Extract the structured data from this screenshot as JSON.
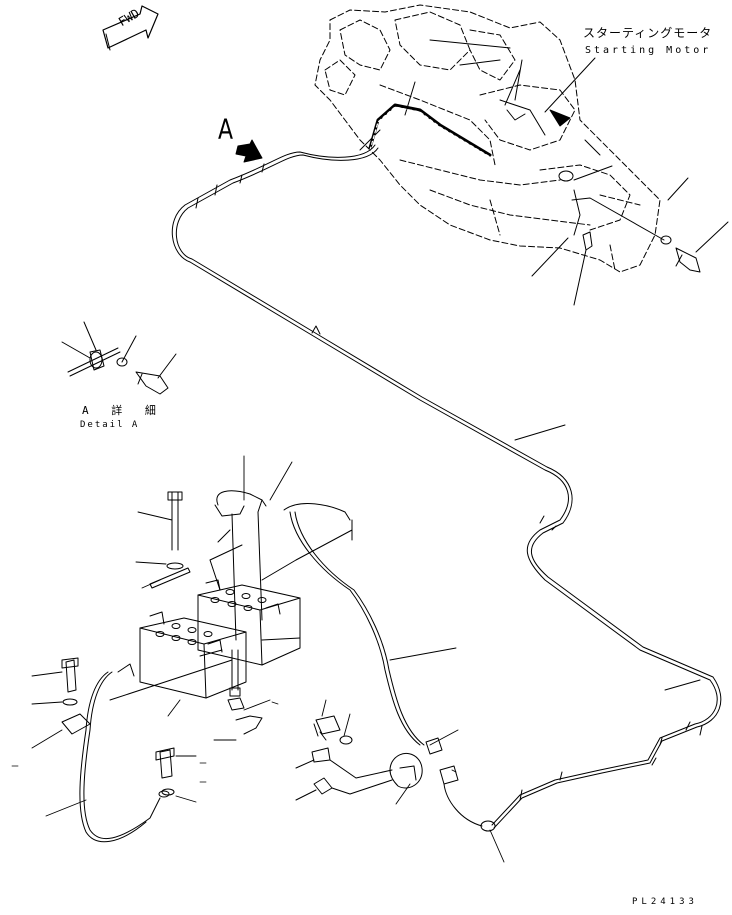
{
  "header": {
    "fwd_label": "FWD"
  },
  "callouts": {
    "starting_motor_jp": "スターティングモータ",
    "starting_motor_en": "Starting Motor",
    "view_arrow_letter": "A",
    "detail_jp": "A 詳 細",
    "detail_en": "Detail A"
  },
  "footer": {
    "part_number": "PL24133"
  },
  "style": {
    "line_color": "#000000",
    "background": "#ffffff"
  }
}
